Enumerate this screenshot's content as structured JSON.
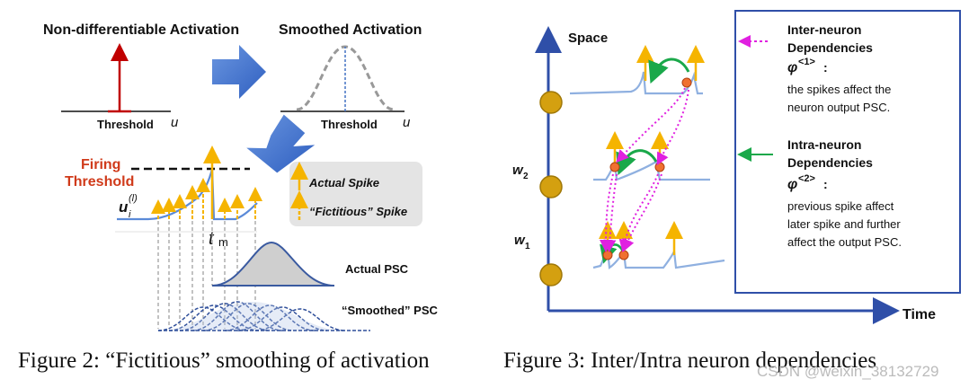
{
  "figure2": {
    "title_left": "Non-differentiable Activation",
    "title_right": "Smoothed Activation",
    "threshold_label": "Threshold",
    "u_symbol": "u",
    "firing_threshold_line1": "Firing",
    "firing_threshold_line2": "Threshold",
    "membrane_symbol": "u",
    "membrane_sub": "i",
    "membrane_sup": "(l)",
    "t_symbol": "t",
    "t_sub": "m",
    "legend_actual": "Actual Spike",
    "legend_fictitious": "“Fictitious” Spike",
    "actual_psc": "Actual PSC",
    "smoothed_psc": "“Smoothed” PSC",
    "caption": "Figure 2: “Fictitious” smoothing of activation",
    "colors": {
      "red": "#c00000",
      "blue": "#4472c4",
      "orange": "#f5b400",
      "gray": "#888888"
    }
  },
  "figure3": {
    "space_label": "Space",
    "time_label": "Time",
    "w2_main": "w",
    "w2_sub": "2",
    "w1_main": "w",
    "w1_sub": "1",
    "inter_line1": "Inter-neuron",
    "inter_line2": "Dependencies",
    "inter_phi": "φ",
    "inter_sup": "<1>",
    "inter_desc1": "the spikes affect the",
    "inter_desc2": "neuron output PSC.",
    "intra_line1": "Intra-neuron",
    "intra_line2": "Dependencies",
    "intra_phi": "φ",
    "intra_sup": "<2>",
    "intra_desc1": "previous spike affect",
    "intra_desc2": "later spike and further",
    "intra_desc3": "affect the output PSC.",
    "caption": "Figure 3: Inter/Intra neuron dependencies",
    "colors": {
      "magenta": "#e020e0",
      "green": "#1aa84a",
      "neuron": "#d4a010",
      "axis": "#2f4fa8"
    }
  },
  "watermark": "CSDN @weixin_38132729"
}
